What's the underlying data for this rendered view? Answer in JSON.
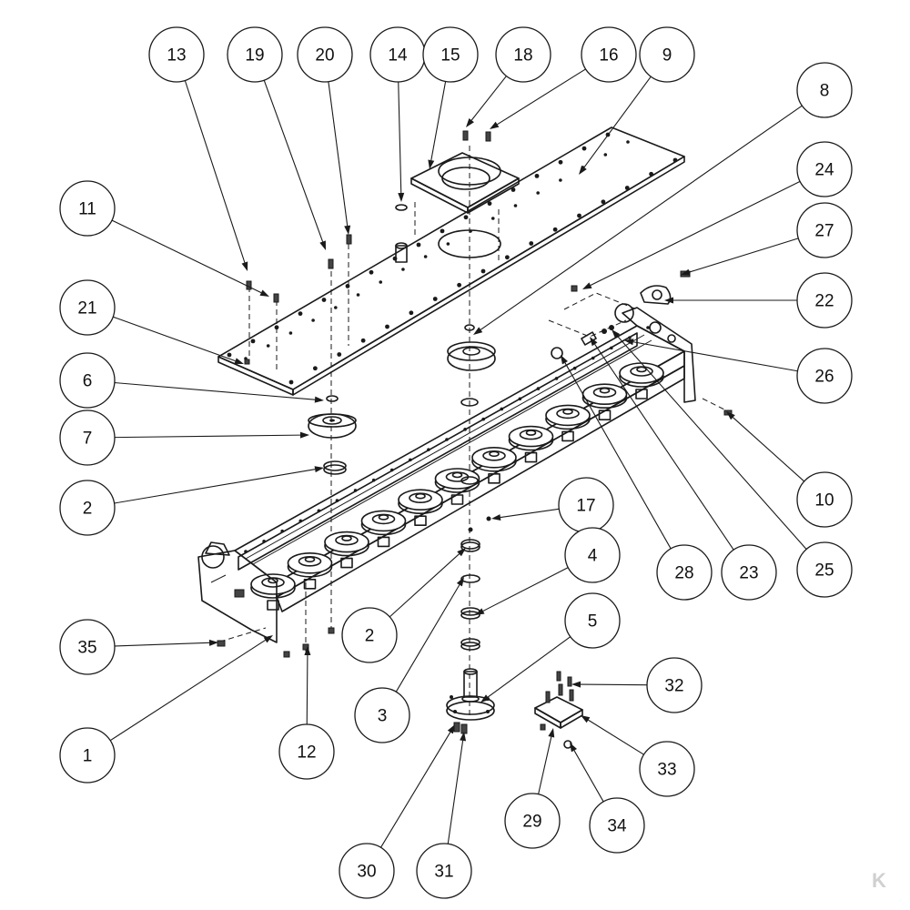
{
  "palette": {
    "line": "#1a1a1a",
    "background": "#ffffff"
  },
  "callouts": [
    {
      "label": "13"
    },
    {
      "label": "19"
    },
    {
      "label": "20"
    },
    {
      "label": "14"
    },
    {
      "label": "15"
    },
    {
      "label": "18"
    },
    {
      "label": "16"
    },
    {
      "label": "9"
    },
    {
      "label": "8"
    },
    {
      "label": "24"
    },
    {
      "label": "11"
    },
    {
      "label": "27"
    },
    {
      "label": "22"
    },
    {
      "label": "21"
    },
    {
      "label": "6"
    },
    {
      "label": "26"
    },
    {
      "label": "7"
    },
    {
      "label": "2"
    },
    {
      "label": "17"
    },
    {
      "label": "10"
    },
    {
      "label": "4"
    },
    {
      "label": "28"
    },
    {
      "label": "23"
    },
    {
      "label": "25"
    },
    {
      "label": "5"
    },
    {
      "label": "2"
    },
    {
      "label": "35"
    },
    {
      "label": "32"
    },
    {
      "label": "3"
    },
    {
      "label": "1"
    },
    {
      "label": "12"
    },
    {
      "label": "33"
    },
    {
      "label": "29"
    },
    {
      "label": "34"
    },
    {
      "label": "30"
    },
    {
      "label": "31"
    }
  ]
}
